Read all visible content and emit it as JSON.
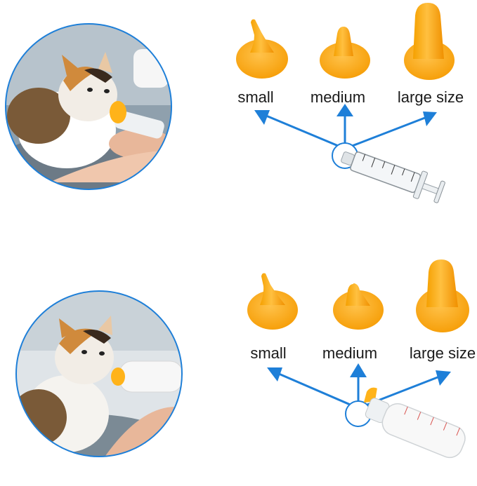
{
  "panels": [
    {
      "photo": "kitten-feeding-syringe-photo",
      "feeder": "syringe",
      "labels": {
        "small": "small",
        "medium": "medium",
        "large": "large size"
      }
    },
    {
      "photo": "kitten-feeding-bottle-photo",
      "feeder": "bottle",
      "labels": {
        "small": "small",
        "medium": "medium",
        "large": "large size"
      }
    }
  ],
  "colors": {
    "nipple": "#FFB31A",
    "nipple_shade": "#F09A00",
    "arrow": "#1E7FD8",
    "circle_border": "#1E7FD8"
  }
}
